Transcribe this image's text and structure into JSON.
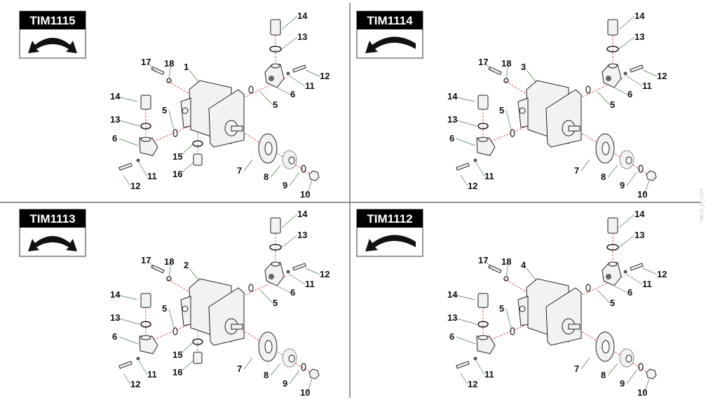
{
  "side_code": "TIM130_01_CAT4",
  "colors": {
    "leader": "#4a7a4a",
    "axis": "#e03030",
    "ink": "#222222",
    "part_fill": "#f2f2f2"
  },
  "quadrants": [
    {
      "code": "TIM1115",
      "arrow": "double-curved-arrow-icon",
      "pump_label": "1",
      "has_drain": true
    },
    {
      "code": "TIM1114",
      "arrow": "left-curved-arrow-icon",
      "pump_label": "3",
      "has_drain": false
    },
    {
      "code": "TIM1113",
      "arrow": "double-curved-arrow-icon",
      "pump_label": "2",
      "has_drain": true
    },
    {
      "code": "TIM1112",
      "arrow": "left-curved-arrow-icon",
      "pump_label": "4",
      "has_drain": false
    }
  ],
  "part_labels": {
    "bolt_top": "17",
    "washer_top": "18",
    "fitting_left": "14",
    "oring_left": "13",
    "elbow_left": "6",
    "oring_mid_left": "5",
    "oring_drain": "15",
    "fitting_drain": "16",
    "bolt_left": "12",
    "washer_left": "11",
    "plate": "7",
    "gear": "8",
    "lockwasher": "9",
    "nut": "10",
    "fitting_right": "14",
    "oring_right": "13",
    "bolt_right": "12",
    "washer_right": "11",
    "elbow_right": "6",
    "oring_mid_right": "5"
  }
}
